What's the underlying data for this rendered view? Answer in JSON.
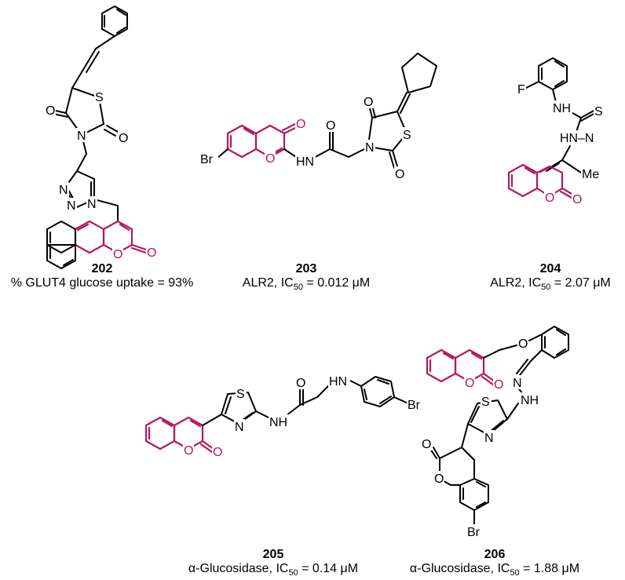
{
  "colors": {
    "coumarin": "#b5195e",
    "bond": "#000000"
  },
  "atoms": {
    "O": "O",
    "S": "S",
    "N": "N",
    "F": "F",
    "Br": "Br",
    "Me": "Me",
    "NH": "NH",
    "HN": "HN",
    "HNN": "HN",
    "NHleft": "N",
    "H": "H"
  },
  "compounds": [
    {
      "id": "202",
      "activity": "% GLUT4 glucose uptake = 93%"
    },
    {
      "id": "203",
      "activity_prefix": "ALR2, IC",
      "activity_sub": "50",
      "activity_suffix": " = 0.012 μM"
    },
    {
      "id": "204",
      "activity_prefix": "ALR2, IC",
      "activity_sub": "50",
      "activity_suffix": " = 2.07 μM"
    },
    {
      "id": "205",
      "activity_prefix": "α-Glucosidase, IC",
      "activity_sub": "50",
      "activity_suffix": " = 0.14 μM"
    },
    {
      "id": "206",
      "activity_prefix": "α-Glucosidase, IC",
      "activity_sub": "50",
      "activity_suffix": " = 1.88 μM"
    }
  ]
}
